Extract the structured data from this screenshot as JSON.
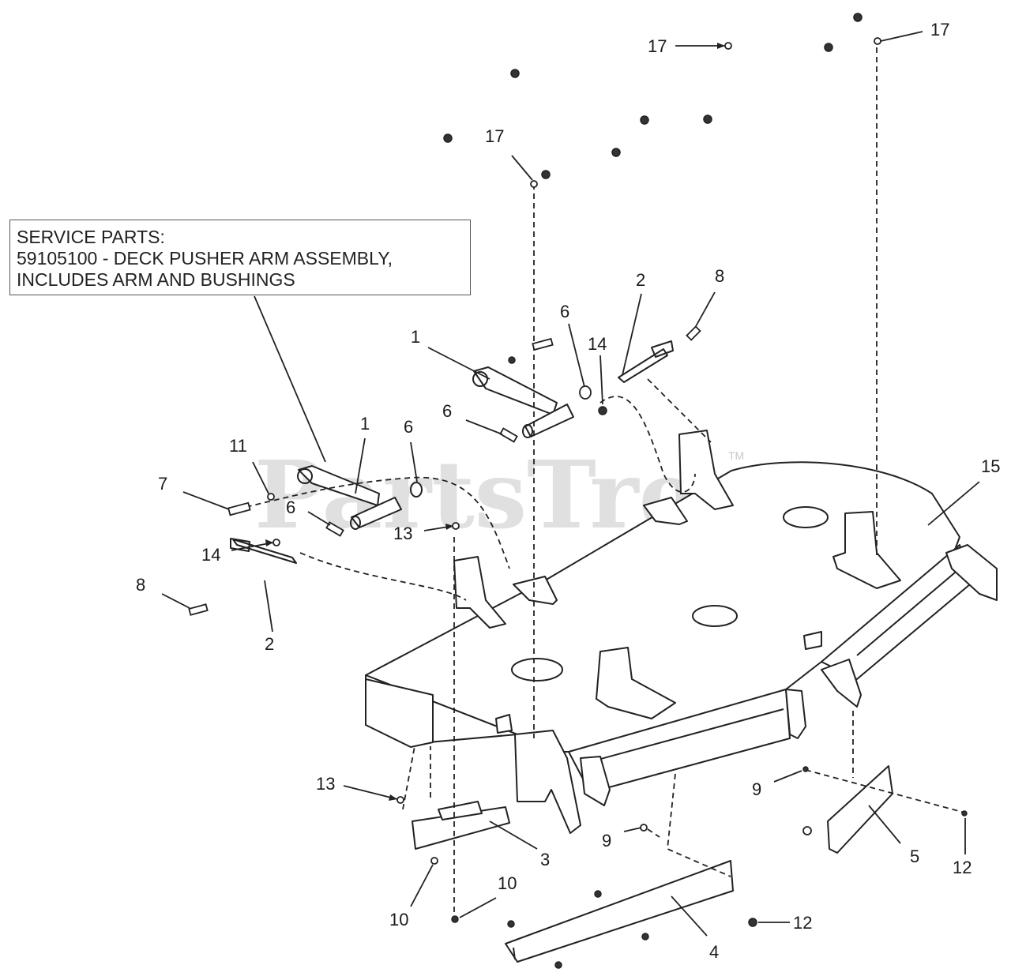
{
  "service_box": {
    "line1": "SERVICE PARTS:",
    "line2": "59105100 - DECK PUSHER ARM ASSEMBLY,",
    "line3": "INCLUDES ARM AND BUSHINGS"
  },
  "watermark": {
    "text": "PartsTree",
    "tm": "TM"
  },
  "callouts": {
    "c17a": "17",
    "c17b": "17",
    "c17c": "17",
    "c1a": "1",
    "c1b": "1",
    "c2a": "2",
    "c2b": "2",
    "c3": "3",
    "c4": "4",
    "c5": "5",
    "c6a": "6",
    "c6b": "6",
    "c6c": "6",
    "c6d": "6",
    "c7": "7",
    "c8a": "8",
    "c8b": "8",
    "c9a": "9",
    "c9b": "9",
    "c10a": "10",
    "c10b": "10",
    "c11": "11",
    "c12a": "12",
    "c12b": "12",
    "c13a": "13",
    "c13b": "13",
    "c14a": "14",
    "c14b": "14",
    "c15": "15"
  }
}
